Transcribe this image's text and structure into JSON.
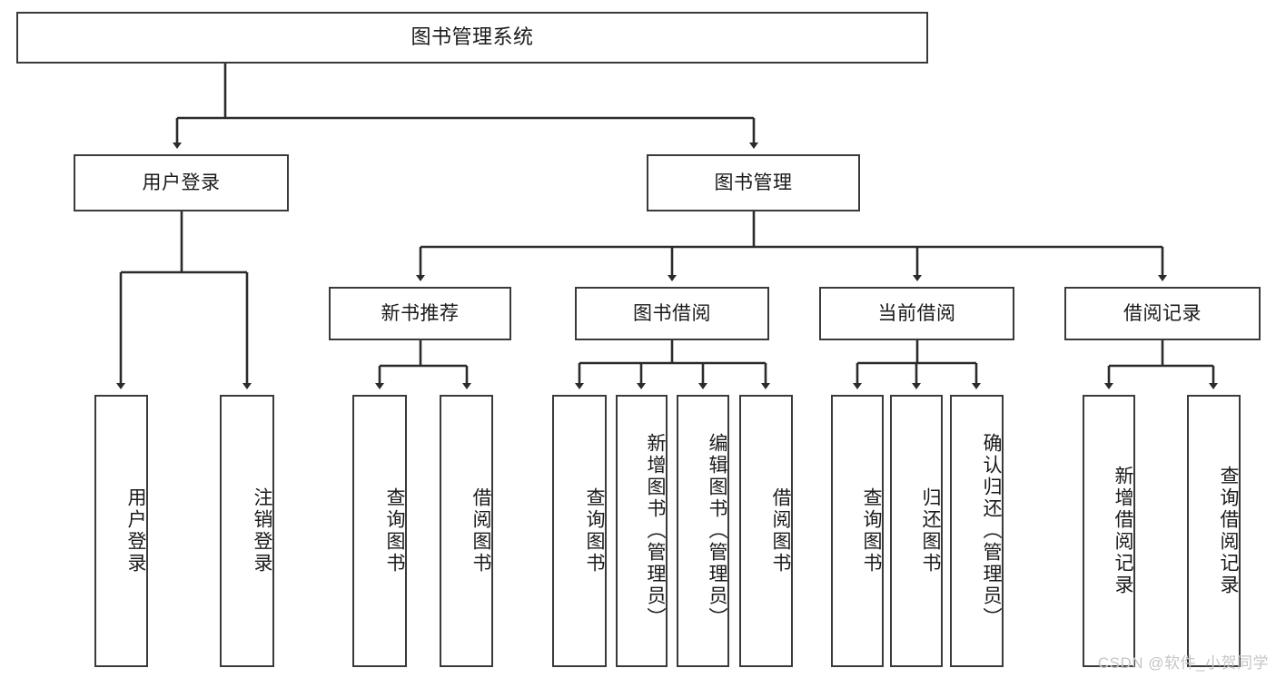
{
  "diagram": {
    "type": "tree-hierarchy",
    "title": "图书管理系统",
    "colors": {
      "box_border": "#3a3a3a",
      "box_fill": "#ffffff",
      "line": "#2b2b2b",
      "text": "#1a1a1a",
      "watermark": "#c6c6c6"
    },
    "root": {
      "label": "图书管理系统"
    },
    "level2": [
      {
        "label": "用户登录"
      },
      {
        "label": "图书管理"
      }
    ],
    "level3": [
      {
        "label": "新书推荐"
      },
      {
        "label": "图书借阅"
      },
      {
        "label": "当前借阅"
      },
      {
        "label": "借阅记录"
      }
    ],
    "leaves": {
      "user_login": [
        {
          "label": "用户登录"
        },
        {
          "label": "注销登录"
        }
      ],
      "new_book_recommend": [
        {
          "label": "查询图书"
        },
        {
          "label": "借阅图书"
        }
      ],
      "book_borrow": [
        {
          "label": "查询图书"
        },
        {
          "label": "新增图书（管理员）"
        },
        {
          "label": "编辑图书（管理员）"
        },
        {
          "label": "借阅图书"
        }
      ],
      "current_borrow": [
        {
          "label": "查询图书"
        },
        {
          "label": "归还图书"
        },
        {
          "label": "确认归还（管理员）"
        }
      ],
      "borrow_record": [
        {
          "label": "新增借阅记录"
        },
        {
          "label": "查询借阅记录"
        }
      ]
    }
  },
  "watermark": {
    "text": "CSDN @软件_小贺同学"
  }
}
